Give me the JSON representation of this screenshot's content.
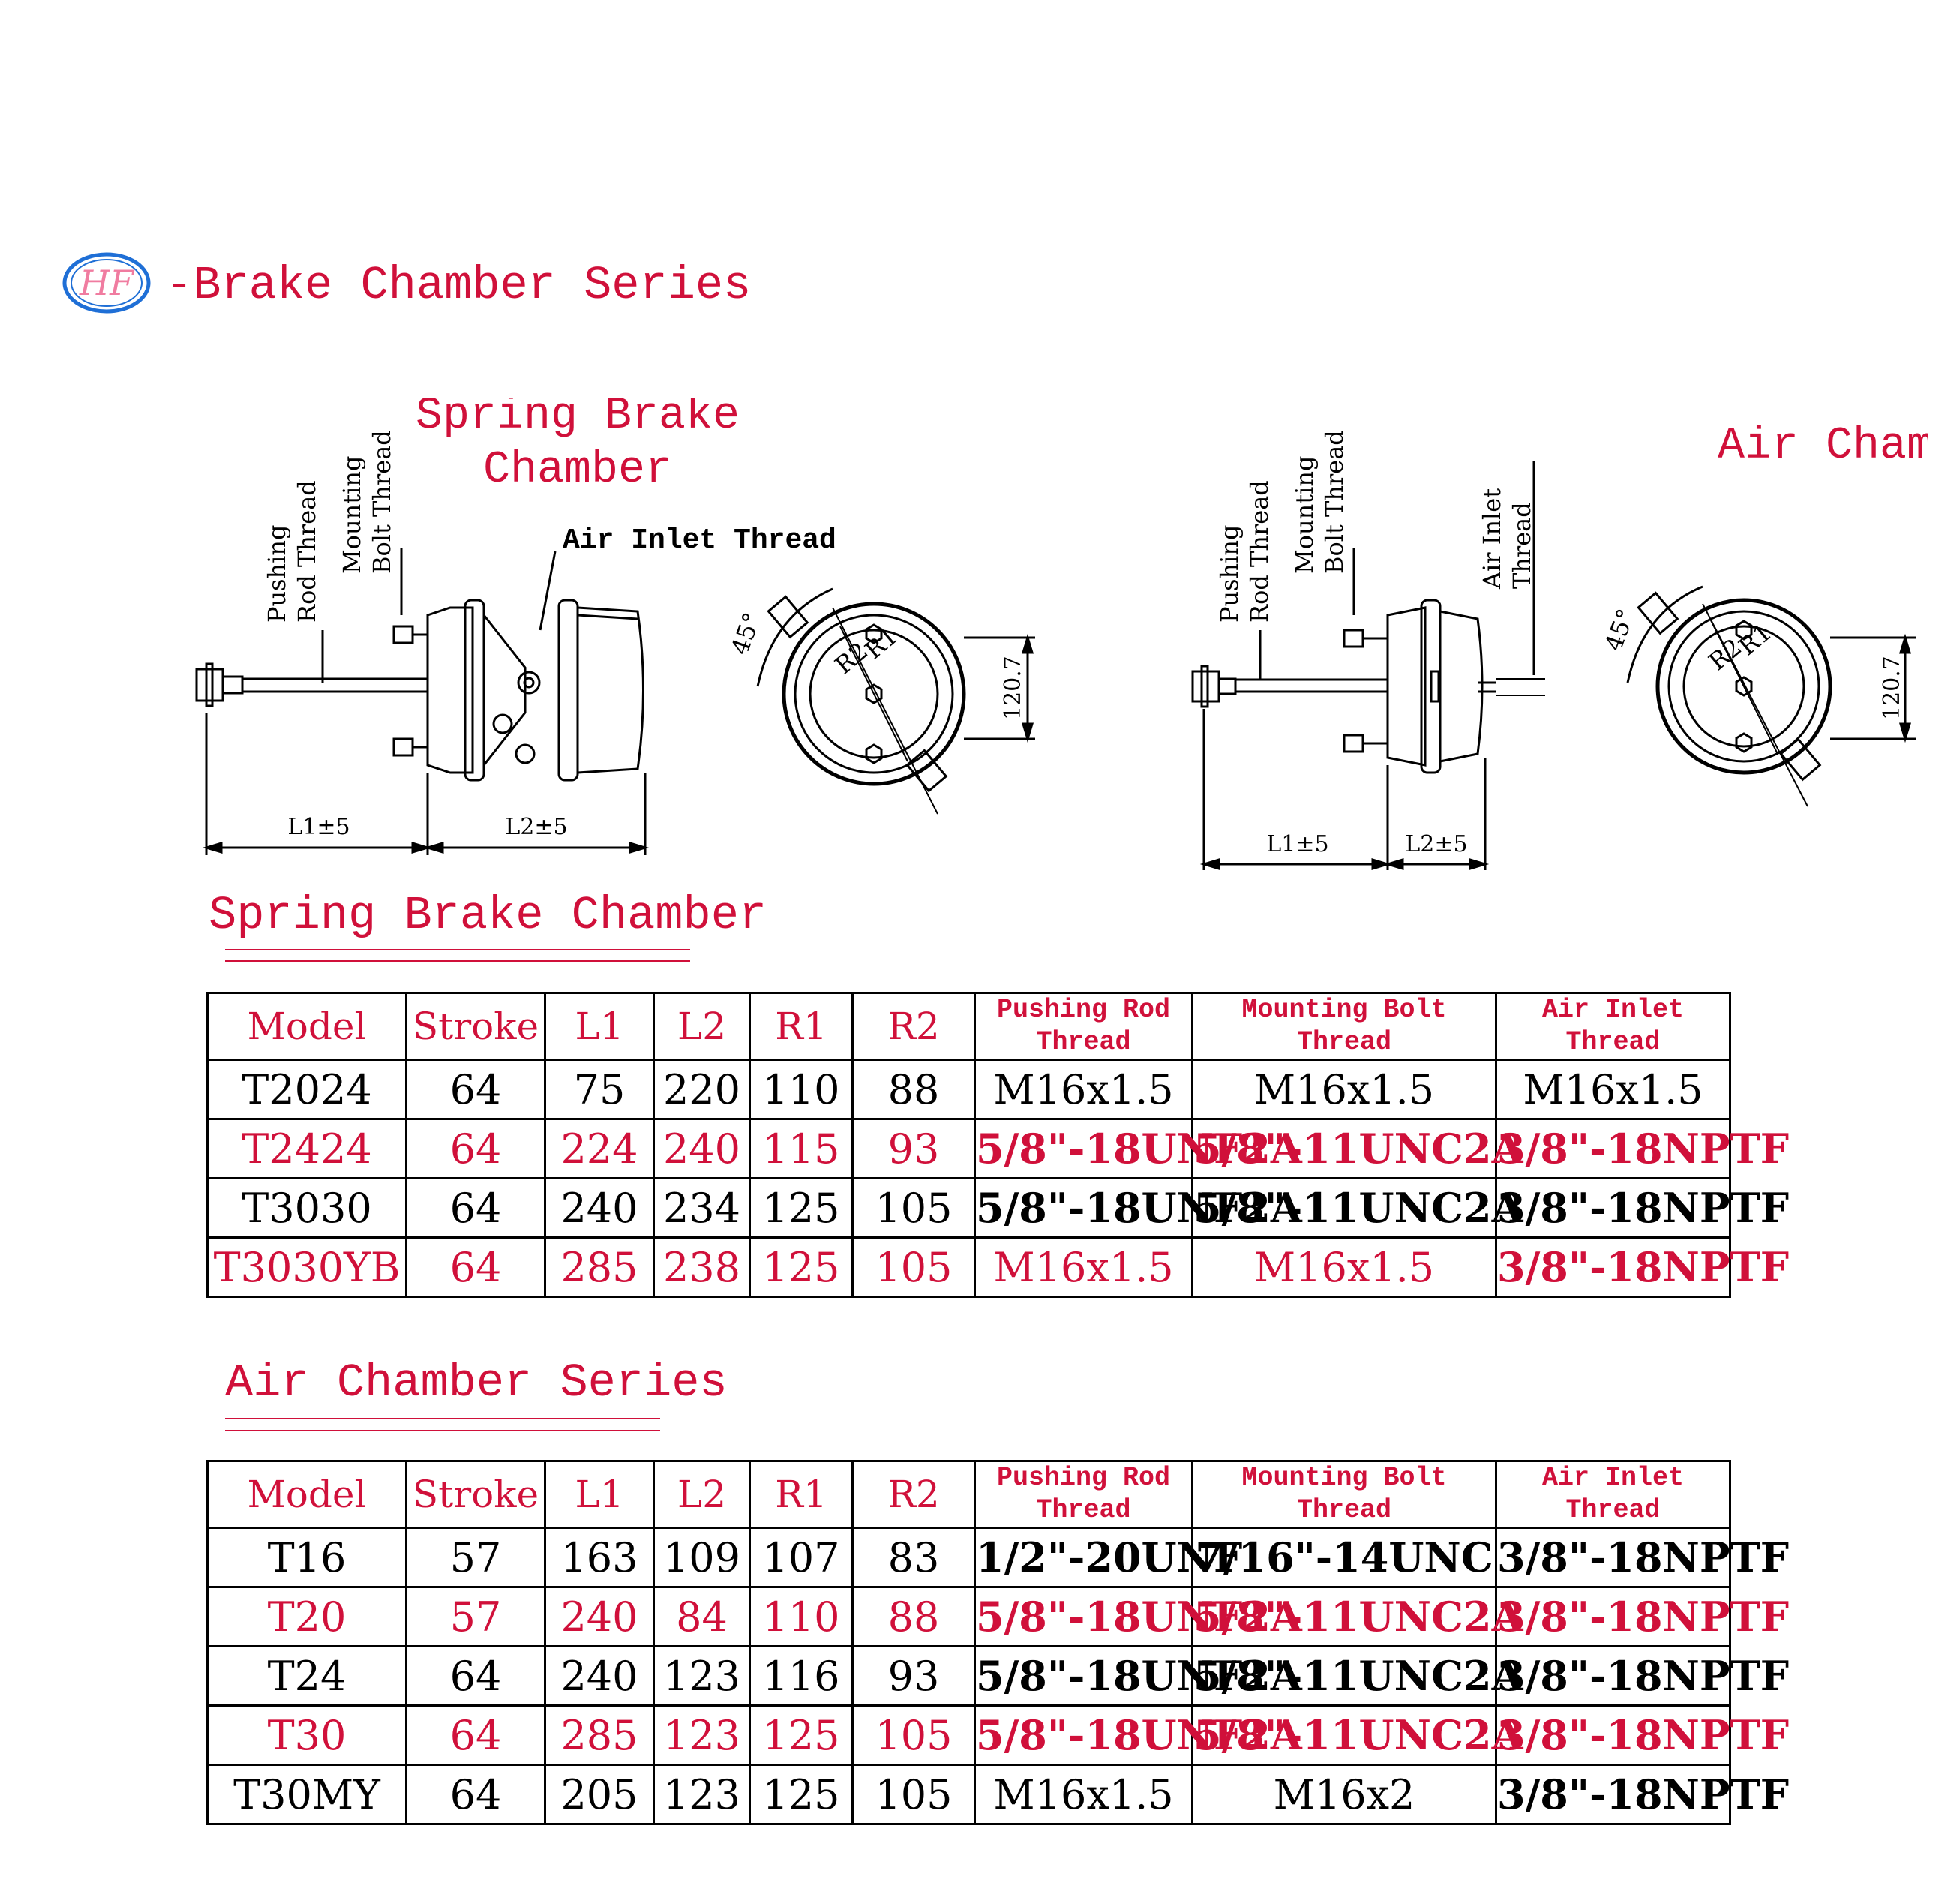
{
  "logo": {
    "text": "HF"
  },
  "header": {
    "title": "-Brake Chamber Series"
  },
  "diagrams": {
    "spring": {
      "title_line1": "Spring Brake",
      "title_line2": "Chamber",
      "pushing_rod_line1": "Pushing",
      "pushing_rod_line2": "Rod Thread",
      "mounting_bolt_line1": "Mounting",
      "mounting_bolt_line2": "Bolt Thread",
      "air_inlet": "Air Inlet Thread",
      "l1": "L1±5",
      "l2": "L2±5",
      "dim": "120.7",
      "angle": "45°",
      "r1": "R1",
      "r2": "R2"
    },
    "air": {
      "title": "Air Chamber",
      "pushing_rod_line1": "Pushing",
      "pushing_rod_line2": "Rod Thread",
      "mounting_bolt_line1": "Mounting",
      "mounting_bolt_line2": "Bolt Thread",
      "air_inlet_line1": "Air Inlet",
      "air_inlet_line2": "Thread",
      "l1": "L1±5",
      "l2": "L2±5",
      "dim": "120.7",
      "angle": "45°",
      "r1": "R1",
      "r2": "R2"
    }
  },
  "spring_table": {
    "heading": "Spring Brake Chamber",
    "headers": [
      "Model",
      "Stroke",
      "L1",
      "L2",
      "R1",
      "R2"
    ],
    "headers_two_line": [
      [
        "Pushing Rod",
        "Thread"
      ],
      [
        "Mounting Bolt",
        "Thread"
      ],
      [
        "Air Inlet",
        "Thread"
      ]
    ],
    "rows": [
      [
        "T2024",
        "64",
        "75",
        "220",
        "110",
        "88",
        "M16x1.5",
        "M16x1.5",
        "M16x1.5"
      ],
      [
        "T2424",
        "64",
        "224",
        "240",
        "115",
        "93",
        "5/8\"-18UNF2A",
        "5/8\"-11UNC2A",
        "3/8\"-18NPTF"
      ],
      [
        "T3030",
        "64",
        "240",
        "234",
        "125",
        "105",
        "5/8\"-18UNF2A",
        "5/8\"-11UNC2A",
        "3/8\"-18NPTF"
      ],
      [
        "T3030YB",
        "64",
        "285",
        "238",
        "125",
        "105",
        "M16x1.5",
        "M16x1.5",
        "3/8\"-18NPTF"
      ]
    ]
  },
  "air_table": {
    "heading": "Air Chamber Series",
    "headers": [
      "Model",
      "Stroke",
      "L1",
      "L2",
      "R1",
      "R2"
    ],
    "headers_two_line": [
      [
        "Pushing Rod",
        "Thread"
      ],
      [
        "Mounting Bolt",
        "Thread"
      ],
      [
        "Air Inlet",
        "Thread"
      ]
    ],
    "rows": [
      [
        "T16",
        "57",
        "163",
        "109",
        "107",
        "83",
        "1/2\"-20UNF",
        "7/16\"-14UNC",
        "3/8\"-18NPTF"
      ],
      [
        "T20",
        "57",
        "240",
        "84",
        "110",
        "88",
        "5/8\"-18UNF2A",
        "5/8\"-11UNC2A",
        "3/8\"-18NPTF"
      ],
      [
        "T24",
        "64",
        "240",
        "123",
        "116",
        "93",
        "5/8\"-18UNF2A",
        "5/8\"-11UNC2A",
        "3/8\"-18NPTF"
      ],
      [
        "T30",
        "64",
        "285",
        "123",
        "125",
        "105",
        "5/8\"-18UNF2A",
        "5/8\"-11UNC2A",
        "3/8\"-18NPTF"
      ],
      [
        "T30MY",
        "64",
        "205",
        "123",
        "125",
        "105",
        "M16x1.5",
        "M16x2",
        "3/8\"-18NPTF"
      ]
    ]
  },
  "colors": {
    "accent": "#d0103a",
    "logo_blue": "#1f6fd6",
    "logo_pink": "#f07ca0",
    "ink": "#000000"
  }
}
